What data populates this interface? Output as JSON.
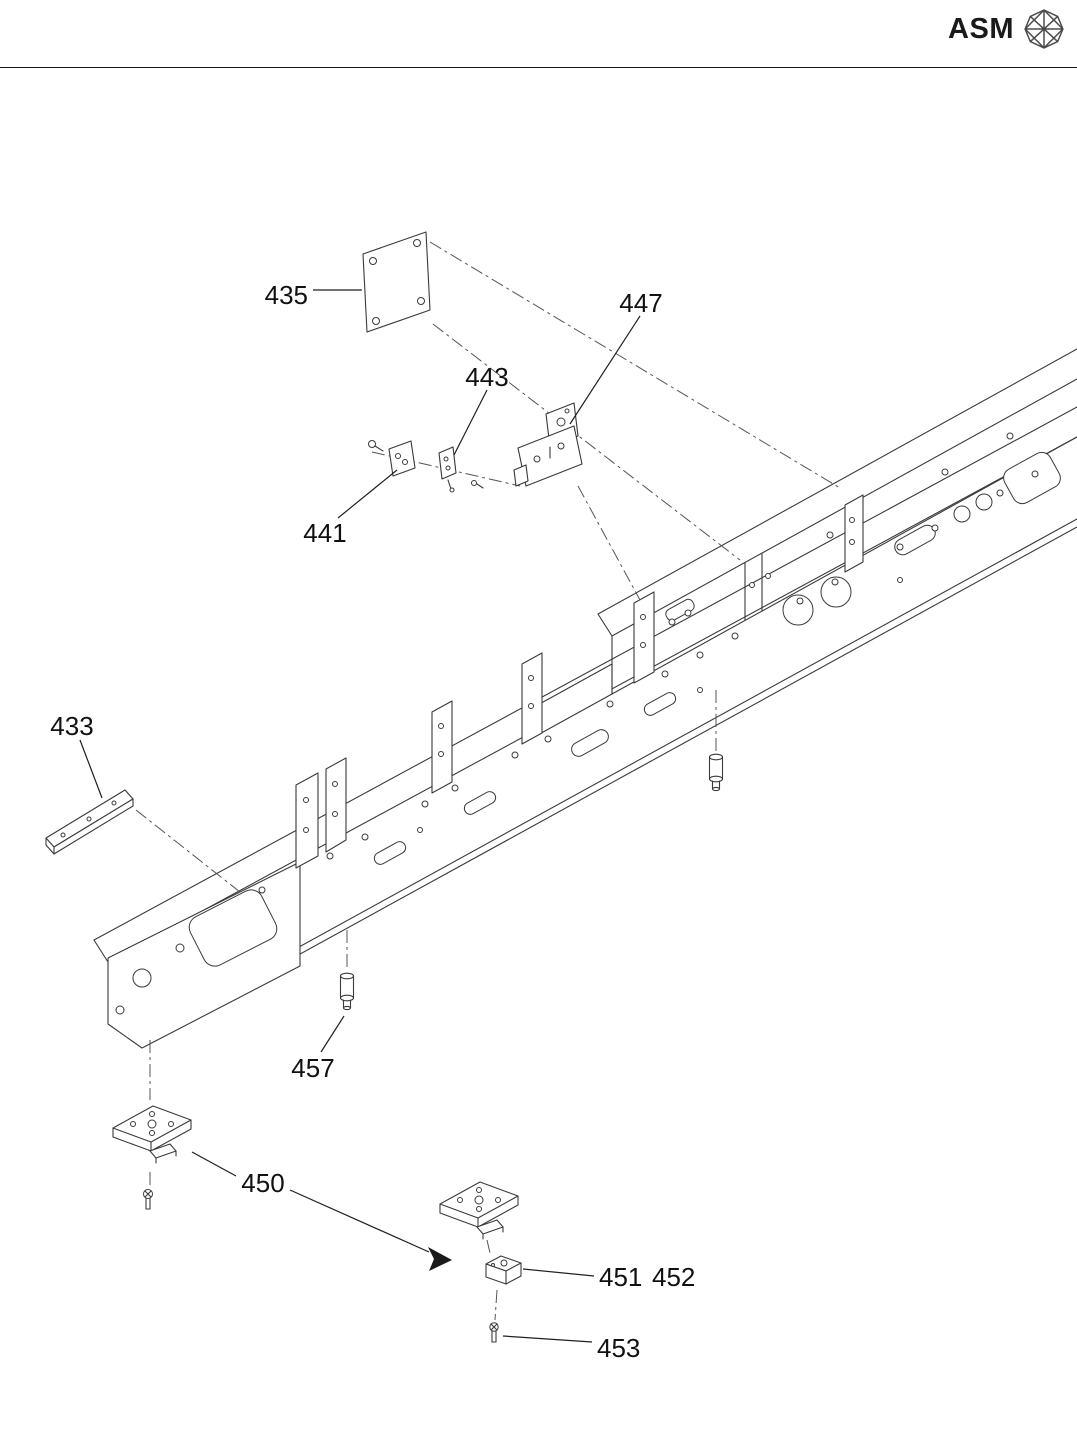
{
  "header": {
    "brand": "ASM",
    "logo_icon": "asm-gem-logo"
  },
  "colors": {
    "diagram_line": "#3a3a3a",
    "label_text": "#111111",
    "background": "#ffffff"
  },
  "diagram": {
    "type": "exploded-parts-diagram",
    "callouts": [
      {
        "part": "435"
      },
      {
        "part": "447"
      },
      {
        "part": "443"
      },
      {
        "part": "441"
      },
      {
        "part": "433"
      },
      {
        "part": "457"
      },
      {
        "part": "450"
      },
      {
        "part": "451"
      },
      {
        "part": "452"
      },
      {
        "part": "453"
      }
    ]
  }
}
